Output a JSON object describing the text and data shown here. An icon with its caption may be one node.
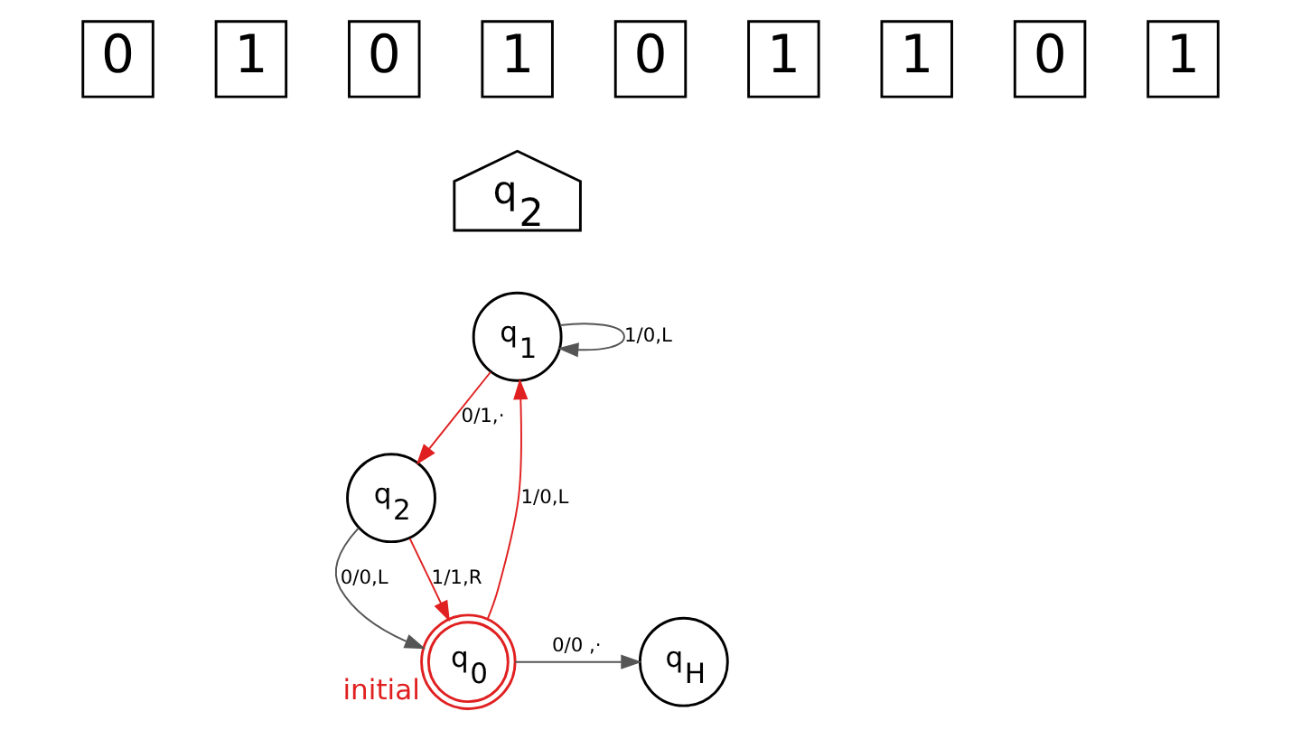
{
  "diagram": {
    "nodes": [
      {
        "text": [
          "0"
        ]
      },
      {
        "text": [
          "1"
        ]
      },
      {
        "text": [
          "0"
        ]
      },
      {
        "text": [
          "1"
        ]
      },
      {
        "text": [
          "0"
        ]
      },
      {
        "text": [
          "1"
        ]
      },
      {
        "text": [
          "1"
        ]
      },
      {
        "text": [
          "0"
        ]
      },
      {
        "text": [
          "1"
        ]
      },
      {
        "text": [
          "q$_{2}$"
        ]
      },
      {
        "text": [
          "q$_{1}$"
        ]
      },
      {
        "text": [
          "q$_{0}$"
        ],
        "beside": [
          "initial"
        ]
      },
      {
        "text": [
          "q$_{H}$"
        ]
      },
      {
        "text": [
          "q$_{2}$"
        ]
      }
    ],
    "edges": [
      {
        "from": 10,
        "to": 10,
        "arrow": "to",
        "label": "1/0,L"
      },
      {
        "from": 11,
        "to": 10,
        "arrow": "to",
        "label": "1/0,L",
        "color": "#e02020"
      },
      {
        "from": 10,
        "to": 13,
        "arrow": "to",
        "label": "0/1,·",
        "color": "#e02020"
      },
      {
        "from": 13,
        "to": 11,
        "arrow": "to",
        "label": "0/0,L"
      },
      {
        "from": 13,
        "to": 11,
        "arrow": "to",
        "label": "1/1,R",
        "color": "#e02020"
      },
      {
        "from": 11,
        "to": 12,
        "arrow": "to",
        "label": "0/0 ,·"
      }
    ]
  }
}
